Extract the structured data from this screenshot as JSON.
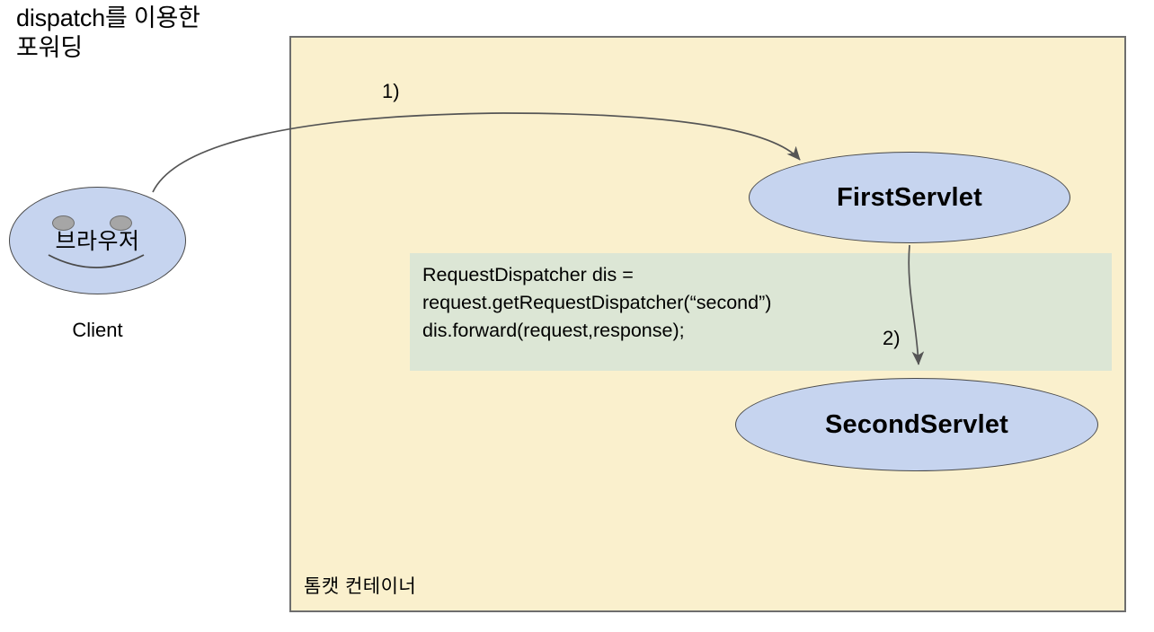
{
  "title": {
    "text": "dispatch를 이용한\n포워딩"
  },
  "container": {
    "label": "톰캣 컨테이너",
    "fill_color": "#FAF0CD",
    "border_color": "#6E6E6E"
  },
  "client": {
    "browser_label": "브라우저",
    "caption": "Client",
    "fill_color": "#C6D4EF"
  },
  "servlets": [
    {
      "id": "first",
      "label": "FirstServlet",
      "fill_color": "#C6D4EF"
    },
    {
      "id": "second",
      "label": "SecondServlet",
      "fill_color": "#C6D4EF"
    }
  ],
  "code_box": {
    "fill_color": "#DCE6D5",
    "lines": "RequestDispatcher dis =\nrequest.getRequestDispatcher(“second”)\ndis.forward(request,response);"
  },
  "steps": [
    {
      "id": "step1",
      "label": "1)",
      "from": "browser",
      "to": "FirstServlet"
    },
    {
      "id": "step2",
      "label": "2)",
      "from": "FirstServlet",
      "to": "SecondServlet"
    }
  ]
}
